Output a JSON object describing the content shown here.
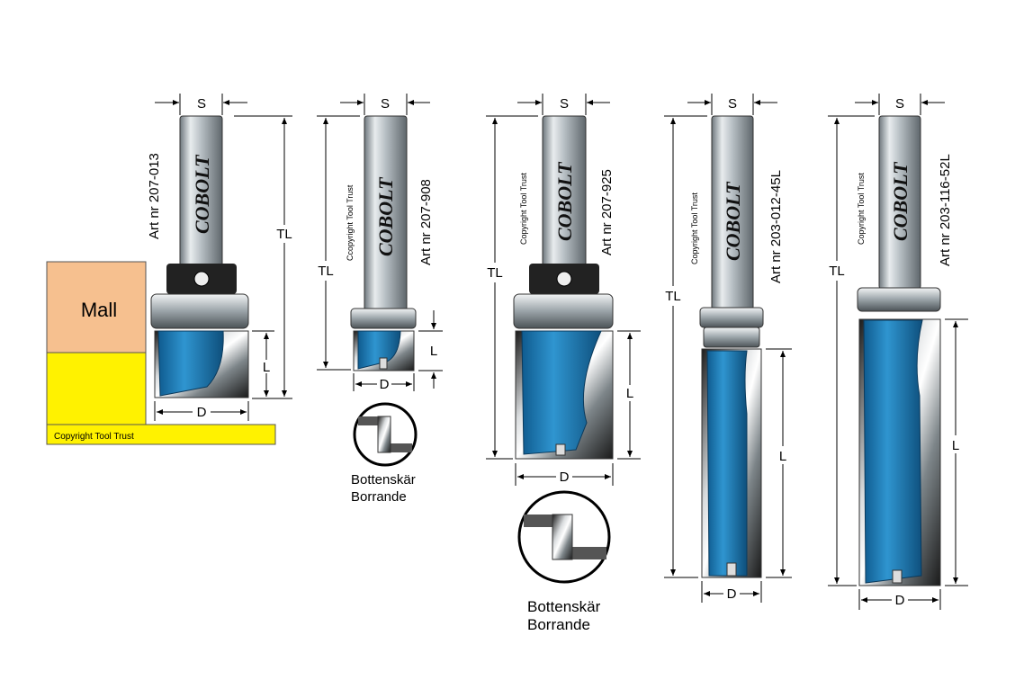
{
  "template": {
    "label": "Mall",
    "copyright": "Copyright Tool Trust"
  },
  "tools": [
    {
      "article": "Art nr 207-013",
      "brand": "COBOLT",
      "s": "S",
      "tl": "TL",
      "l": "L",
      "d": "D"
    },
    {
      "article": "Art nr 207-908",
      "brand": "COBOLT",
      "copyright": "Ccopyright Tool Trust",
      "s": "S",
      "tl": "TL",
      "l": "L",
      "d": "D",
      "caption": [
        "Bottenskär",
        "Borrande"
      ]
    },
    {
      "article": "Art nr 207-925",
      "brand": "COBOLT",
      "copyright": "Copyright Tool Trust",
      "s": "S",
      "tl": "TL",
      "l": "L",
      "d": "D",
      "caption": [
        "Bottenskär",
        "Borrande"
      ]
    },
    {
      "article": "Art nr 203-012-45L",
      "brand": "COBOLT",
      "copyright": "Copyright Tool Trust",
      "s": "S",
      "tl": "TL",
      "l": "L",
      "d": "D"
    },
    {
      "article": "Art nr 203-116-52L",
      "brand": "COBOLT",
      "copyright": "Copyright Tool Trust",
      "s": "S",
      "tl": "TL",
      "l": "L",
      "d": "D"
    }
  ],
  "colors": {
    "template_fill": "#f6c08f",
    "base_fill": "#fff200",
    "cutter_blue": "#1f7fbf",
    "shank_gray": "#9aa3a8",
    "collar_dark": "#222222"
  }
}
